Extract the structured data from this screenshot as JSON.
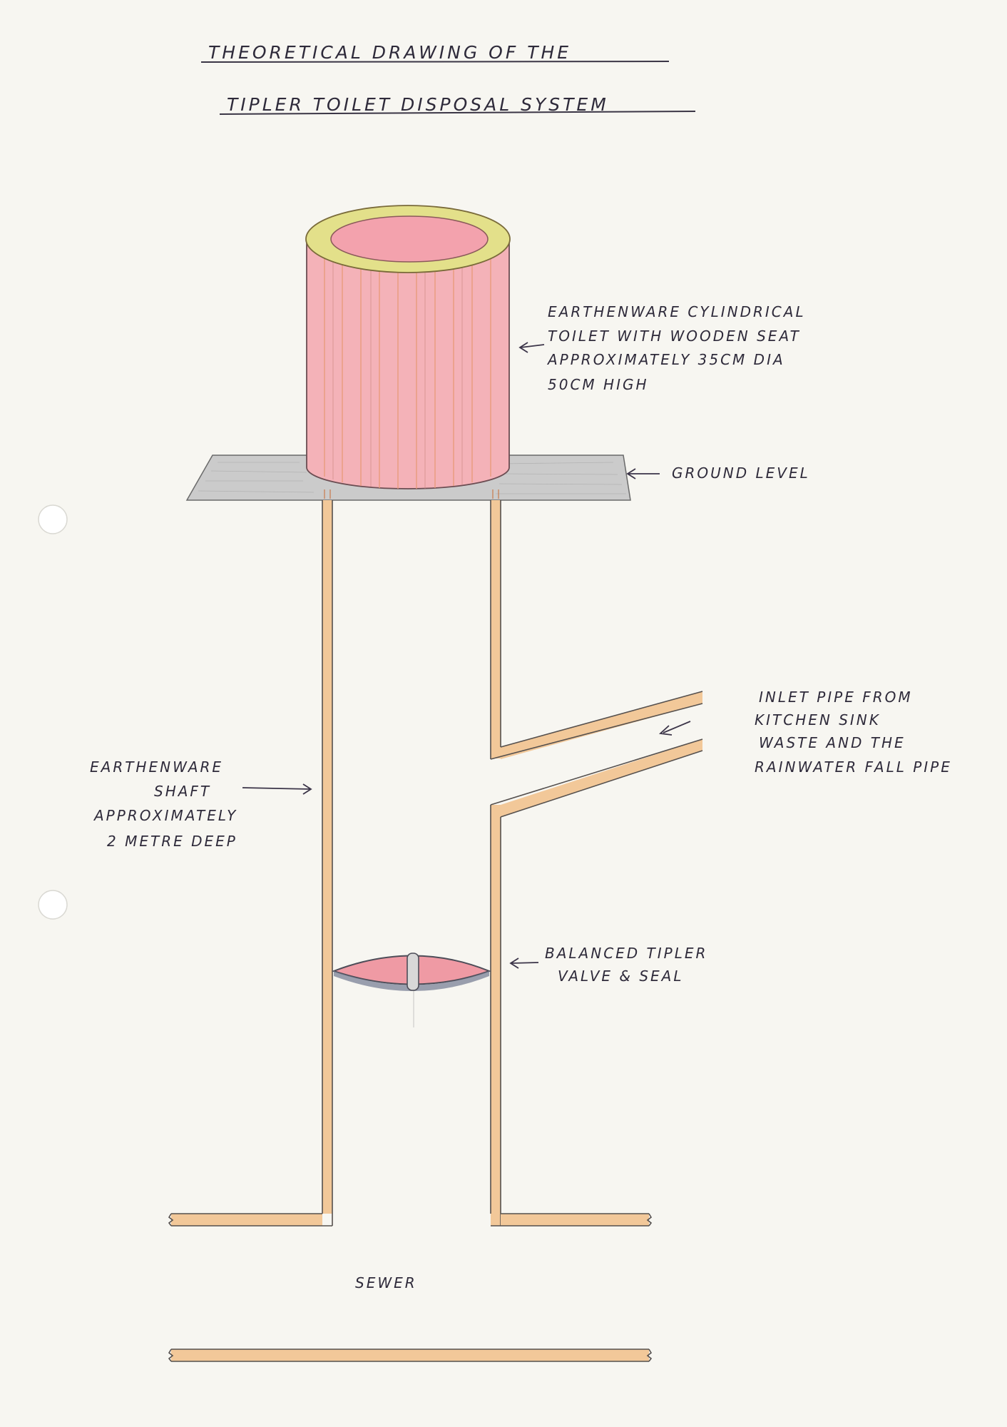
{
  "title": {
    "line1": "THEORETICAL DRAWING OF THE",
    "line2": "TIPLER TOILET DISPOSAL SYSTEM"
  },
  "labels": {
    "toilet": [
      "EARTHENWARE CYLINDRICAL",
      "TOILET WITH WOODEN SEAT",
      "APPROXIMATELY 35CM DIA",
      "50CM HIGH"
    ],
    "ground": "GROUND LEVEL",
    "inlet": [
      "INLET PIPE FROM",
      "KITCHEN SINK",
      "WASTE AND THE",
      "RAINWATER FALL PIPE"
    ],
    "shaft": [
      "EARTHENWARE",
      "SHAFT",
      "APPROXIMATELY",
      "2 METRE DEEP"
    ],
    "valve": [
      "BALANCED TIPLER",
      "VALVE & SEAL"
    ],
    "sewer": "SEWER"
  },
  "colors": {
    "paper": "#f7f6f1",
    "pipe": "#f2c899",
    "toilet_body": "#f4b2b8",
    "seat": "#e3e08a",
    "ground": "#c9c9c9",
    "valve": "#ef9aa4",
    "ink": "#2e2a3a"
  }
}
